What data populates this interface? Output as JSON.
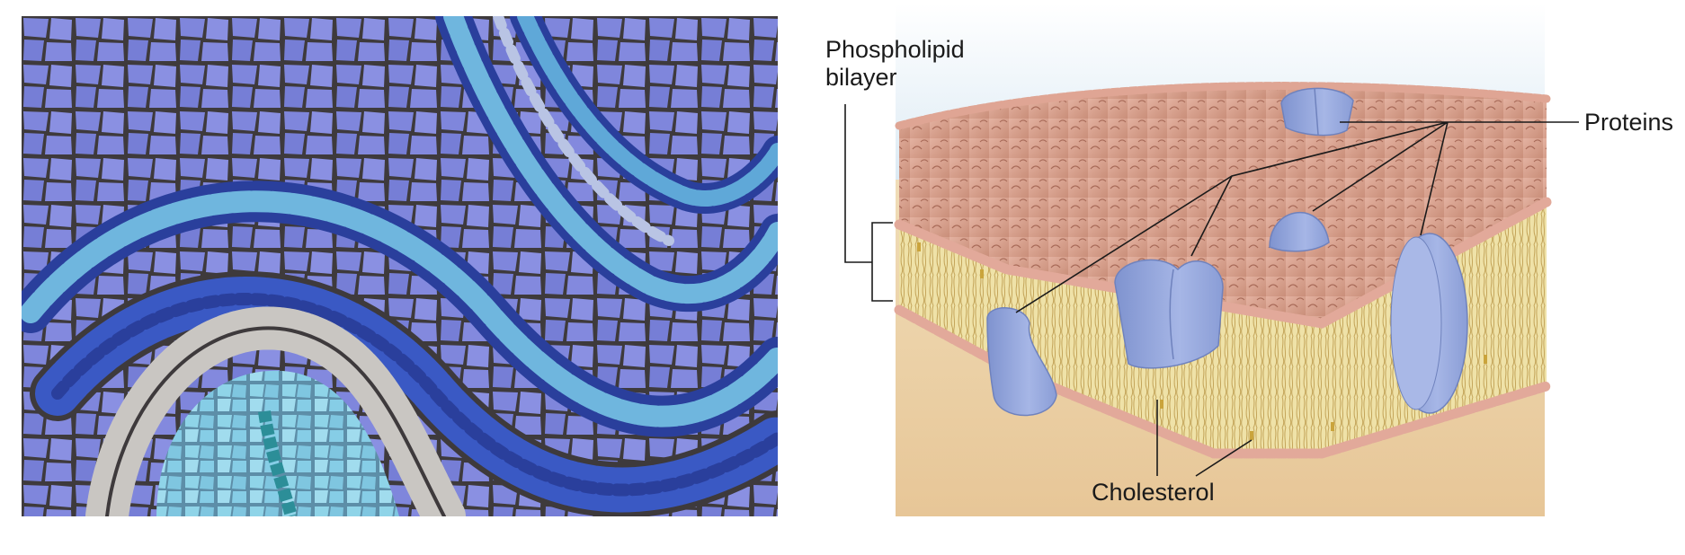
{
  "panels": {
    "left": {
      "kind": "photograph",
      "subject": "blue mosaic tiles"
    },
    "right": {
      "kind": "illustration",
      "labels": {
        "phospholipid_line1": "Phospholipid",
        "phospholipid_line2": "bilayer",
        "proteins": "Proteins",
        "cholesterol": "Cholesterol"
      }
    }
  },
  "colors": {
    "mosaic_dark_blue": "#2a3f9c",
    "mosaic_periwinkle": "#7f86dc",
    "mosaic_light_blue": "#6fb6de",
    "mosaic_aqua": "#8fd4e8",
    "mosaic_grout": "#3e3a3c",
    "membrane_top": "#d8a08e",
    "membrane_interior": "#efe2a8",
    "phospholipid_head": "#e2a99a",
    "protein": "#93a6dc",
    "background_tan": "#ecd2a8",
    "sky": "#e6f1f8"
  }
}
